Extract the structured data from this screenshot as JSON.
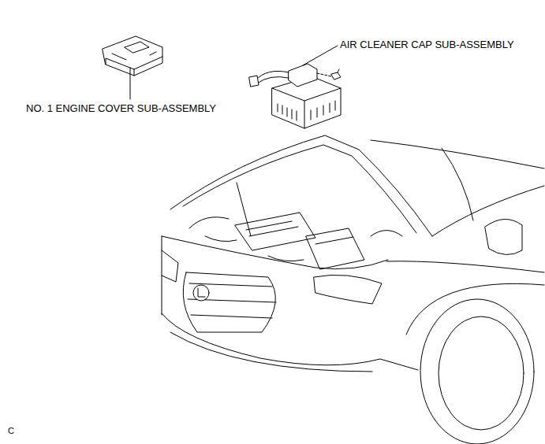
{
  "diagram": {
    "labels": [
      "AIR CLEANER CAP SUB-ASSEMBLY",
      "NO. 1 ENGINE COVER SUB-ASSEMBLY",
      "C"
    ]
  }
}
